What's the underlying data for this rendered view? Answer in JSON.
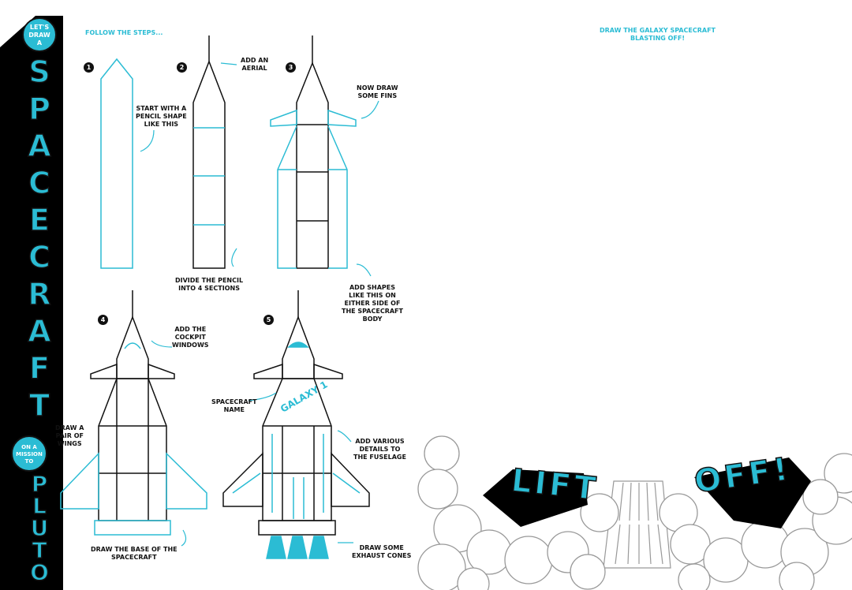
{
  "sidebar": {
    "intro": "LET'S\nDRAW\nA",
    "title_letters": [
      "S",
      "P",
      "A",
      "C",
      "E",
      "C",
      "R",
      "A",
      "F",
      "T"
    ],
    "mission": "ON A\nMISSION\nTO",
    "pluto_letters": [
      "P",
      "L",
      "U",
      "T",
      "O"
    ]
  },
  "left_page": {
    "heading": "FOLLOW THE STEPS...",
    "steps": [
      {
        "number": "1",
        "note": "START WITH A\nPENCIL SHAPE\nLIKE THIS"
      },
      {
        "number": "2",
        "note": "ADD AN\nAERIAL",
        "note2": "DIVIDE THE PENCIL\nINTO 4 SECTIONS"
      },
      {
        "number": "3",
        "note": "NOW DRAW\nSOME FINS",
        "note2": "ADD SHAPES\nLIKE THIS ON\nEITHER SIDE OF\nTHE SPACECRAFT\nBODY"
      },
      {
        "number": "4",
        "note": "ADD THE\nCOCKPIT\nWINDOWS",
        "note2": "DRAW A\nPAIR OF\nWINGS",
        "note3": "DRAW THE BASE OF THE\nSPACECRAFT"
      },
      {
        "number": "5",
        "note": "SPACECRAFT\nNAME",
        "note2": "ADD VARIOUS\nDETAILS TO\nTHE FUSELAGE",
        "note3": "DRAW SOME\nEXHAUST CONES",
        "ship_name": "GALAXY 1"
      }
    ]
  },
  "right_page": {
    "heading": "DRAW THE GALAXY SPACECRAFT\nBLASTING OFF!",
    "lift": "LIFT",
    "off": "OFF!"
  },
  "colors": {
    "accent": "#2bbcd4",
    "ink": "#111111",
    "cloud": "#999999"
  }
}
